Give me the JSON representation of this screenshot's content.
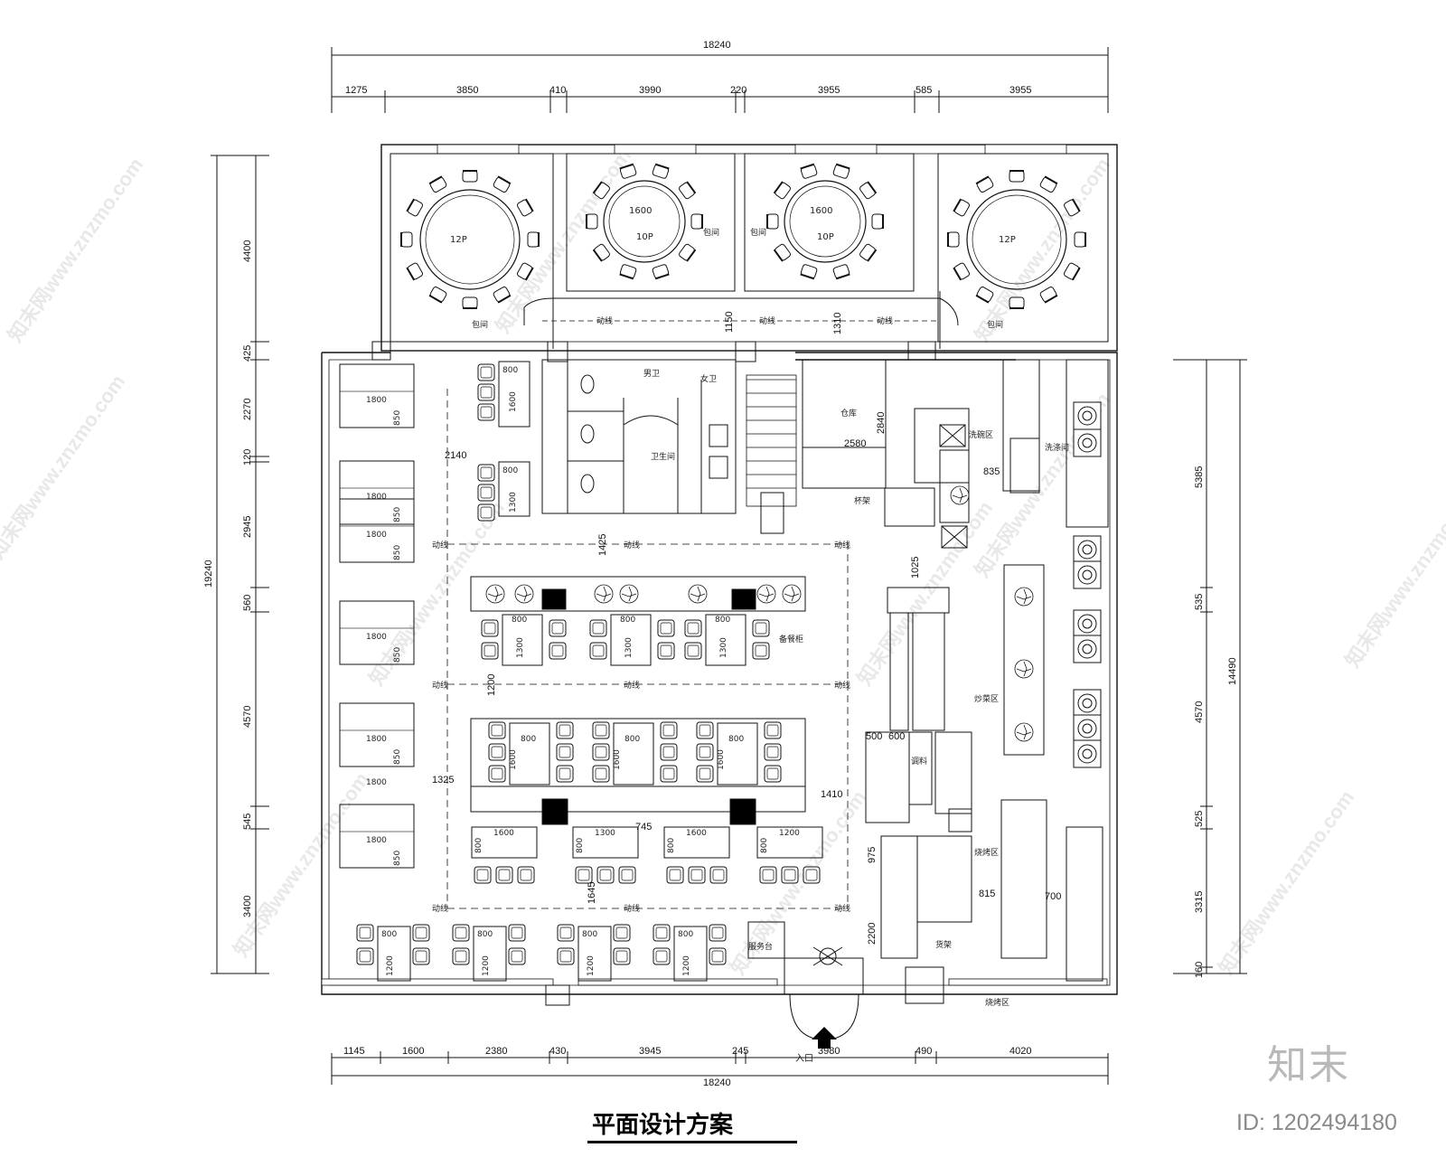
{
  "title": "平面设计方案",
  "brand": "知末",
  "image_id": "ID: 1202494180",
  "watermark": "知末网www.znzmo.com",
  "dims": {
    "top_total": "18240",
    "top_segments": [
      "1275",
      "3850",
      "410",
      "3990",
      "220",
      "3955",
      "585",
      "3955"
    ],
    "bottom_total": "18240",
    "bottom_segments": [
      "1145",
      "1600",
      "2380",
      "430",
      "3945",
      "245",
      "3980",
      "490",
      "4020"
    ],
    "left_total": "19240",
    "left_segments": [
      "4400",
      "425",
      "2270",
      "120",
      "2945",
      "560",
      "4570",
      "545",
      "3400"
    ],
    "right_total": "14490",
    "right_segments": [
      "5385",
      "535",
      "4570",
      "525",
      "3315",
      "160"
    ]
  },
  "rooms": {
    "private_room": "包间",
    "table_12p": "12P",
    "table_10p": "10P",
    "table_1600": "1600",
    "warehouse": "仓库",
    "restroom": "卫生间",
    "male_restroom": "男卫",
    "female_restroom": "女卫",
    "washing_area": "洗碗区",
    "wash_room": "洗涤间",
    "cooking_area": "炒菜区",
    "grill_area": "烧烤区",
    "grill_zone": "烧烤区",
    "entrance": "入口",
    "reception": "服务台",
    "side_cabinet": "备餐柜",
    "cup_rack": "杯架",
    "seasoning": "调料",
    "shelf": "货架",
    "flow_line": "动线",
    "stair": "楼梯"
  },
  "inner_dims": {
    "d1150": "1150",
    "d1310": "1310",
    "d2840": "2840",
    "d2580": "2580",
    "d835": "835",
    "d2140": "2140",
    "d1425": "1425",
    "d1025": "1025",
    "d1200": "1200",
    "d1325": "1325",
    "d1410": "1410",
    "d745": "745",
    "d1645": "1645",
    "d975": "975",
    "d2200": "2200",
    "d815": "815",
    "d700": "700",
    "d500": "500",
    "d600": "600",
    "d1800": "1800",
    "d850": "850",
    "d800": "800",
    "d1300": "1300",
    "d1600": "1600",
    "d1200b": "1200",
    "d160": "1600"
  }
}
